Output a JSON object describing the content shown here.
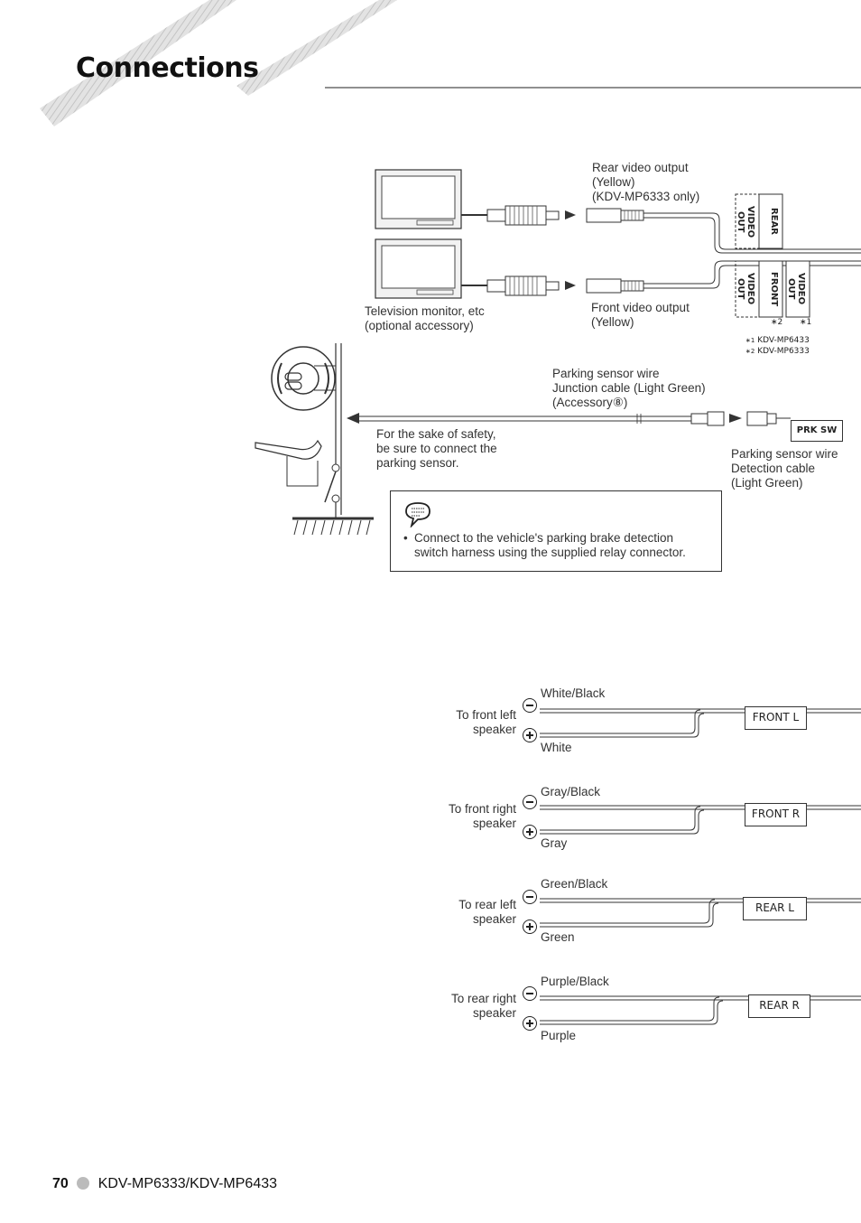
{
  "header": {
    "title": "Connections"
  },
  "footer": {
    "page_number": "70",
    "model": "KDV-MP6333/KDV-MP6433"
  },
  "video": {
    "rear_output_label": [
      "Rear video output",
      "(Yellow)",
      "(KDV-MP6333 only)"
    ],
    "front_output_label": [
      "Front video output",
      "(Yellow)"
    ],
    "monitor_label": [
      "Television monitor, etc",
      "(optional accessory)"
    ],
    "rear_box_top": "REAR",
    "rear_box_bottom": "VIDEO OUT",
    "front_box_top": "FRONT",
    "front_box_bottom": "VIDEO OUT",
    "video_out_box": "VIDEO OUT",
    "front_mark": "∗2",
    "video_out_mark": "∗1",
    "footnote_1_mark": "∗1",
    "footnote_1_text": "KDV-MP6433",
    "footnote_2_mark": "∗2",
    "footnote_2_text": "KDV-MP6333"
  },
  "parking": {
    "junction_label": [
      "Parking sensor wire",
      "Junction cable (Light Green)",
      "(Accessory⑧)"
    ],
    "safety_label": [
      "For the sake of safety,",
      "be sure to connect the",
      "parking sensor."
    ],
    "prk_box": "PRK SW",
    "detection_label": [
      "Parking sensor wire",
      "Detection cable",
      "(Light Green)"
    ],
    "note_bullet": "•",
    "note_text": [
      "Connect to the vehicle's parking brake detection",
      "switch harness using the supplied relay connector."
    ]
  },
  "speakers": [
    {
      "name": [
        "To front left",
        "speaker"
      ],
      "neg": "White/Black",
      "pos": "White",
      "box": "FRONT  L"
    },
    {
      "name": [
        "To front right",
        "speaker"
      ],
      "neg": "Gray/Black",
      "pos": "Gray",
      "box": "FRONT  R"
    },
    {
      "name": [
        "To rear left",
        "speaker"
      ],
      "neg": "Green/Black",
      "pos": "Green",
      "box": "REAR  L"
    },
    {
      "name": [
        "To rear right",
        "speaker"
      ],
      "neg": "Purple/Black",
      "pos": "Purple",
      "box": "REAR  R"
    }
  ]
}
